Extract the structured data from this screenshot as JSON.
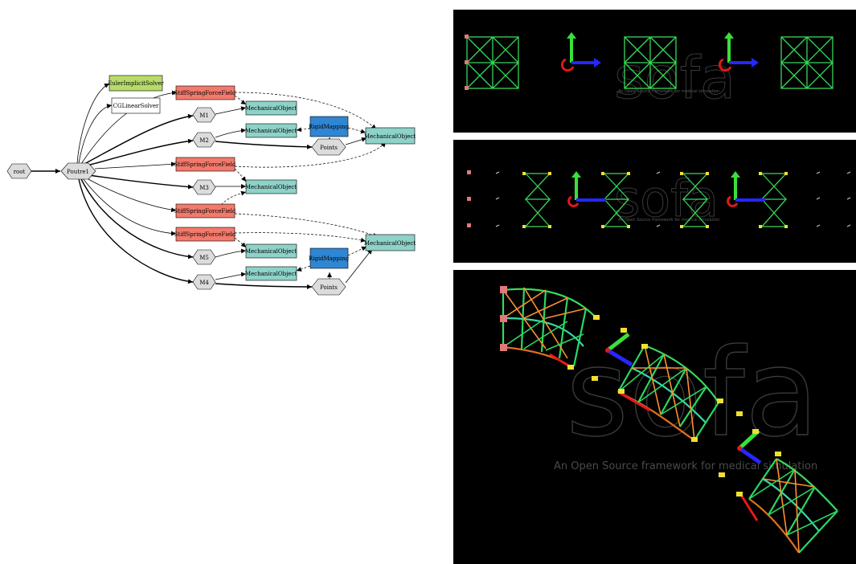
{
  "graph": {
    "nodes": {
      "root": "root",
      "poutre1": "Poutre1",
      "euler": "EulerImplicitSolver",
      "cg": "CGLinearSolver",
      "ssff1": "StiffSpringForceField",
      "ssff2": "StiffSpringForceField",
      "ssff3": "StiffSpringForceField",
      "ssff4": "StiffSpringForceField",
      "m1": "M1",
      "m2": "M2",
      "m3": "M3",
      "m4": "M4",
      "m5": "M5",
      "mo_m1": "MechanicalObject",
      "mo_m2": "MechanicalObject",
      "mo_m3": "MechanicalObject",
      "mo_m5": "MechanicalObject",
      "mo_m4": "MechanicalObject",
      "rigid1": "RigidMapping",
      "rigid2": "RigidMapping",
      "points1": "Points",
      "points2": "Points",
      "mo_pts1": "MechanicalObject",
      "mo_pts2": "MechanicalObject"
    },
    "colors": {
      "solver": "#b7db6b",
      "forcefield": "#f27a6c",
      "mechanical": "#8ed2c8",
      "mapping": "#2f86d3",
      "node": "#dcdcdc"
    }
  },
  "panels": {
    "watermark_small": "An Open Source framework for medical simulation",
    "watermark_large": "An Open Source framework for medical simulation",
    "logo": "sofa"
  }
}
